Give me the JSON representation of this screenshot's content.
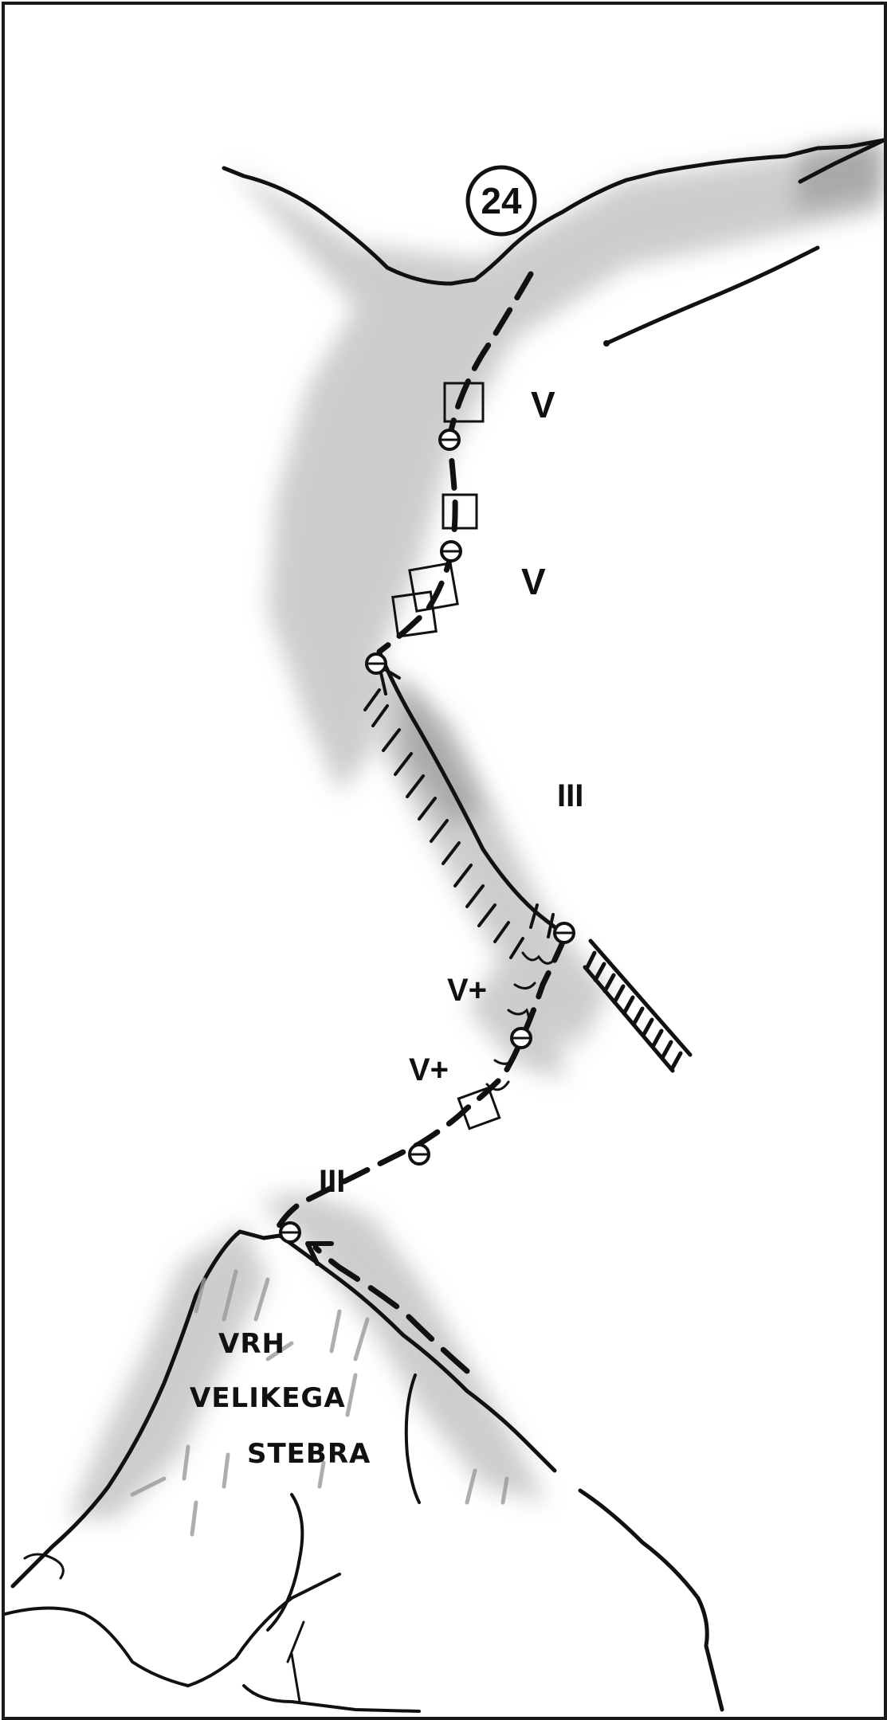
{
  "topo": {
    "route_number": "24",
    "grades": {
      "pitch_1": "V",
      "pitch_2": "V",
      "pitch_3": "III",
      "pitch_4": "V+",
      "pitch_5": "V+",
      "pitch_6": "III"
    },
    "summit_label": {
      "line1": "VRH",
      "line2": "VELIKEGA",
      "line3": "STEBRA"
    }
  },
  "colors": {
    "ink": "#111111",
    "rock_shade": "#bdbdbd",
    "background": "#ffffff"
  }
}
